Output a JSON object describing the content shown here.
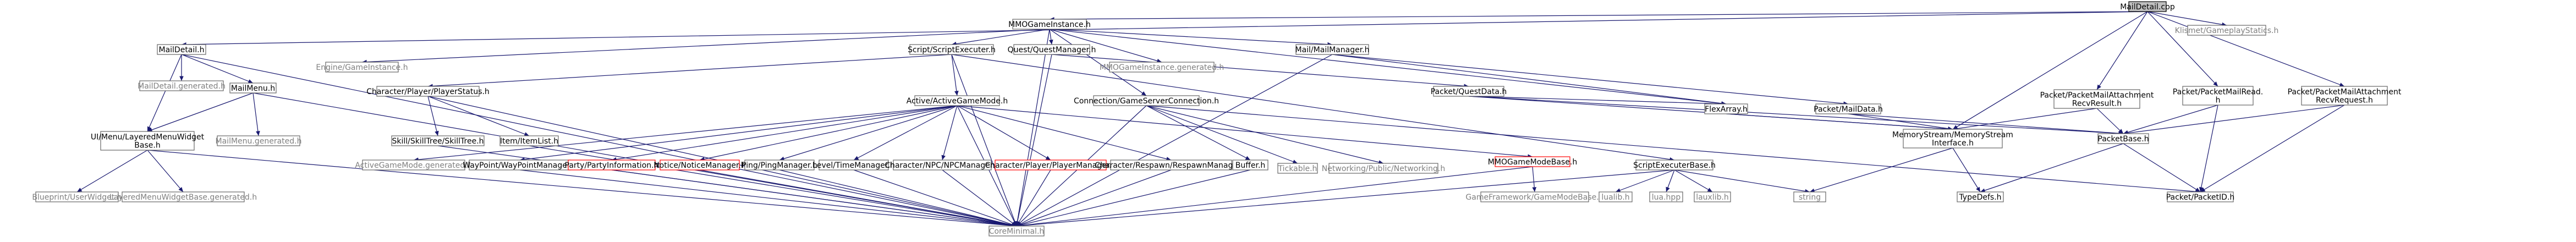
{
  "colors": {
    "edge": "#191970",
    "root_fill": "#bfbfbf",
    "red_border": "#ff0000",
    "external_text": "#808080"
  },
  "nodes": [
    {
      "id": "maildetail_cpp",
      "label": "MailDetail.cpp",
      "kind": "root"
    },
    {
      "id": "mmogameinstance",
      "label": "MMOGameInstance.h"
    },
    {
      "id": "klismet",
      "label": "Klismet/GameplayStatics.h",
      "kind": "ext"
    },
    {
      "id": "maildetail_h",
      "label": "MailDetail.h"
    },
    {
      "id": "engine_gi",
      "label": "Engine/GameInstance.h",
      "kind": "ext"
    },
    {
      "id": "scriptexecuter",
      "label": "Script/ScriptExecuter.h"
    },
    {
      "id": "questmanager",
      "label": "Quest/QuestManager.h"
    },
    {
      "id": "mmogi_gen",
      "label": "MMOGameInstance.generated.h",
      "kind": "ext"
    },
    {
      "id": "mailmanager",
      "label": "Mail/MailManager.h"
    },
    {
      "id": "pkt_mailattach_res",
      "label": [
        "Packet/PacketMailAttachment",
        "RecvResult.h"
      ]
    },
    {
      "id": "pkt_mailread",
      "label": [
        "Packet/PacketMailRead.",
        "h"
      ]
    },
    {
      "id": "pkt_mailattach_req",
      "label": [
        "Packet/PacketMailAttachment",
        "RecvRequest.h"
      ]
    },
    {
      "id": "maildetail_gen",
      "label": "MailDetail.generated.h",
      "kind": "ext"
    },
    {
      "id": "mailmenu_h",
      "label": "MailMenu.h"
    },
    {
      "id": "playerstatus",
      "label": "Character/Player/PlayerStatus.h"
    },
    {
      "id": "activegamemode",
      "label": "Active/ActiveGameMode.h"
    },
    {
      "id": "gameserverconn",
      "label": "Connection/GameServerConnection.h"
    },
    {
      "id": "questdata",
      "label": "Packet/QuestData.h"
    },
    {
      "id": "flexarray",
      "label": "FlexArray.h"
    },
    {
      "id": "packetmaildata",
      "label": "Packet/MailData.h"
    },
    {
      "id": "uimenu",
      "label": [
        "UI/Menu/LayeredMenuWidget",
        "Base.h"
      ]
    },
    {
      "id": "mailmenu_gen",
      "label": "MailMenu.generated.h",
      "kind": "ext"
    },
    {
      "id": "skilltree",
      "label": "Skill/SkillTree/SkillTree.h"
    },
    {
      "id": "itemlist",
      "label": "Item/ItemList.h"
    },
    {
      "id": "activegm_gen",
      "label": "ActiveGameMode.generated.h",
      "kind": "ext"
    },
    {
      "id": "waypointmanager",
      "label": "WayPoint/WayPointManager.h"
    },
    {
      "id": "partyinfo",
      "label": "Party/PartyInformation.h",
      "kind": "red"
    },
    {
      "id": "noticemanager",
      "label": "Notice/NoticeManager.h",
      "kind": "red"
    },
    {
      "id": "pingmanager",
      "label": "Ping/PingManager.h"
    },
    {
      "id": "leveltimemanager",
      "label": "Level/TimeManager.h"
    },
    {
      "id": "npcmanager",
      "label": "Character/NPC/NPCManager.h"
    },
    {
      "id": "playermanager",
      "label": "Character/Player/PlayerManager.h",
      "kind": "red"
    },
    {
      "id": "respawnmanager",
      "label": "Character/Respawn/RespawnManager.h"
    },
    {
      "id": "buffer",
      "label": "Buffer.h"
    },
    {
      "id": "tickable",
      "label": "Tickable.h",
      "kind": "ext"
    },
    {
      "id": "networking",
      "label": "Networking/Public/Networking.h",
      "kind": "ext"
    },
    {
      "id": "mmogamemodebase",
      "label": "MMOGameModeBase.h",
      "kind": "red"
    },
    {
      "id": "scriptexecuterbase",
      "label": "ScriptExecuterBase.h"
    },
    {
      "id": "memorystream",
      "label": [
        "MemoryStream/MemoryStream",
        "Interface.h"
      ]
    },
    {
      "id": "packetbase",
      "label": "PacketBase.h"
    },
    {
      "id": "blueprint_uw",
      "label": "Blueprint/UserWidget.h",
      "kind": "ext"
    },
    {
      "id": "layeredmenu_gen",
      "label": "LayeredMenuWidgetBase.generated.h",
      "kind": "ext"
    },
    {
      "id": "coreminimal",
      "label": "CoreMinimal.h",
      "kind": "ext"
    },
    {
      "id": "gameframework_gmb",
      "label": "GameFramework/GameModeBase.h",
      "kind": "ext"
    },
    {
      "id": "lualib",
      "label": "lualib.h",
      "kind": "ext"
    },
    {
      "id": "luahpp",
      "label": "lua.hpp",
      "kind": "ext"
    },
    {
      "id": "lauxlib",
      "label": "lauxlib.h",
      "kind": "ext"
    },
    {
      "id": "string",
      "label": "string",
      "kind": "ext"
    },
    {
      "id": "typedefs",
      "label": "TypeDefs.h"
    },
    {
      "id": "packetid",
      "label": "Packet/PacketID.h"
    }
  ],
  "edges": [
    [
      "maildetail_cpp",
      "mmogameinstance"
    ],
    [
      "maildetail_cpp",
      "klismet"
    ],
    [
      "maildetail_cpp",
      "maildetail_h"
    ],
    [
      "maildetail_cpp",
      "pkt_mailattach_res"
    ],
    [
      "maildetail_cpp",
      "pkt_mailread"
    ],
    [
      "maildetail_cpp",
      "pkt_mailattach_req"
    ],
    [
      "maildetail_cpp",
      "memorystream"
    ],
    [
      "mmogameinstance",
      "engine_gi"
    ],
    [
      "mmogameinstance",
      "scriptexecuter"
    ],
    [
      "mmogameinstance",
      "questmanager"
    ],
    [
      "mmogameinstance",
      "mmogi_gen"
    ],
    [
      "mmogameinstance",
      "mailmanager"
    ],
    [
      "mmogameinstance",
      "gameserverconn"
    ],
    [
      "mmogameinstance",
      "flexarray"
    ],
    [
      "mmogameinstance",
      "coreminimal"
    ],
    [
      "maildetail_h",
      "maildetail_gen"
    ],
    [
      "maildetail_h",
      "mailmenu_h"
    ],
    [
      "maildetail_h",
      "uimenu"
    ],
    [
      "maildetail_h",
      "coreminimal"
    ],
    [
      "scriptexecuter",
      "playerstatus"
    ],
    [
      "scriptexecuter",
      "activegamemode"
    ],
    [
      "scriptexecuter",
      "scriptexecuterbase"
    ],
    [
      "scriptexecuter",
      "coreminimal"
    ],
    [
      "questmanager",
      "questdata"
    ],
    [
      "questmanager",
      "coreminimal"
    ],
    [
      "mailmanager",
      "flexarray"
    ],
    [
      "mailmanager",
      "packetmaildata"
    ],
    [
      "mailmanager",
      "coreminimal"
    ],
    [
      "pkt_mailattach_res",
      "memorystream"
    ],
    [
      "pkt_mailattach_res",
      "packetbase"
    ],
    [
      "pkt_mailread",
      "packetbase"
    ],
    [
      "pkt_mailread",
      "packetid"
    ],
    [
      "pkt_mailattach_req",
      "packetbase"
    ],
    [
      "pkt_mailattach_req",
      "packetid"
    ],
    [
      "mailmenu_h",
      "mailmenu_gen"
    ],
    [
      "mailmenu_h",
      "uimenu"
    ],
    [
      "mailmenu_h",
      "coreminimal"
    ],
    [
      "uimenu",
      "blueprint_uw"
    ],
    [
      "uimenu",
      "layeredmenu_gen"
    ],
    [
      "uimenu",
      "coreminimal"
    ],
    [
      "playerstatus",
      "skilltree"
    ],
    [
      "playerstatus",
      "itemlist"
    ],
    [
      "playerstatus",
      "coreminimal"
    ],
    [
      "skilltree",
      "coreminimal"
    ],
    [
      "itemlist",
      "coreminimal"
    ],
    [
      "activegamemode",
      "activegm_gen"
    ],
    [
      "activegamemode",
      "waypointmanager"
    ],
    [
      "activegamemode",
      "partyinfo"
    ],
    [
      "activegamemode",
      "noticemanager"
    ],
    [
      "activegamemode",
      "pingmanager"
    ],
    [
      "activegamemode",
      "leveltimemanager"
    ],
    [
      "activegamemode",
      "npcmanager"
    ],
    [
      "activegamemode",
      "playermanager"
    ],
    [
      "activegamemode",
      "respawnmanager"
    ],
    [
      "activegamemode",
      "mmogamemodebase"
    ],
    [
      "activegamemode",
      "coreminimal"
    ],
    [
      "waypointmanager",
      "coreminimal"
    ],
    [
      "partyinfo",
      "coreminimal"
    ],
    [
      "noticemanager",
      "coreminimal"
    ],
    [
      "pingmanager",
      "coreminimal"
    ],
    [
      "leveltimemanager",
      "coreminimal"
    ],
    [
      "npcmanager",
      "coreminimal"
    ],
    [
      "playermanager",
      "coreminimal"
    ],
    [
      "respawnmanager",
      "coreminimal"
    ],
    [
      "gameserverconn",
      "buffer"
    ],
    [
      "gameserverconn",
      "tickable"
    ],
    [
      "gameserverconn",
      "networking"
    ],
    [
      "gameserverconn",
      "packetid"
    ],
    [
      "gameserverconn",
      "coreminimal"
    ],
    [
      "buffer",
      "coreminimal"
    ],
    [
      "mmogamemodebase",
      "gameframework_gmb"
    ],
    [
      "mmogamemodebase",
      "coreminimal"
    ],
    [
      "questdata",
      "memorystream"
    ],
    [
      "questdata",
      "flexarray"
    ],
    [
      "questdata",
      "packetbase"
    ],
    [
      "flexarray",
      "memorystream"
    ],
    [
      "packetmaildata",
      "memorystream"
    ],
    [
      "packetmaildata",
      "packetbase"
    ],
    [
      "scriptexecuterbase",
      "lualib"
    ],
    [
      "scriptexecuterbase",
      "luahpp"
    ],
    [
      "scriptexecuterbase",
      "lauxlib"
    ],
    [
      "scriptexecuterbase",
      "string"
    ],
    [
      "scriptexecuterbase",
      "coreminimal"
    ],
    [
      "memorystream",
      "string"
    ],
    [
      "memorystream",
      "typedefs"
    ],
    [
      "packetbase",
      "typedefs"
    ],
    [
      "packetbase",
      "packetid"
    ]
  ]
}
